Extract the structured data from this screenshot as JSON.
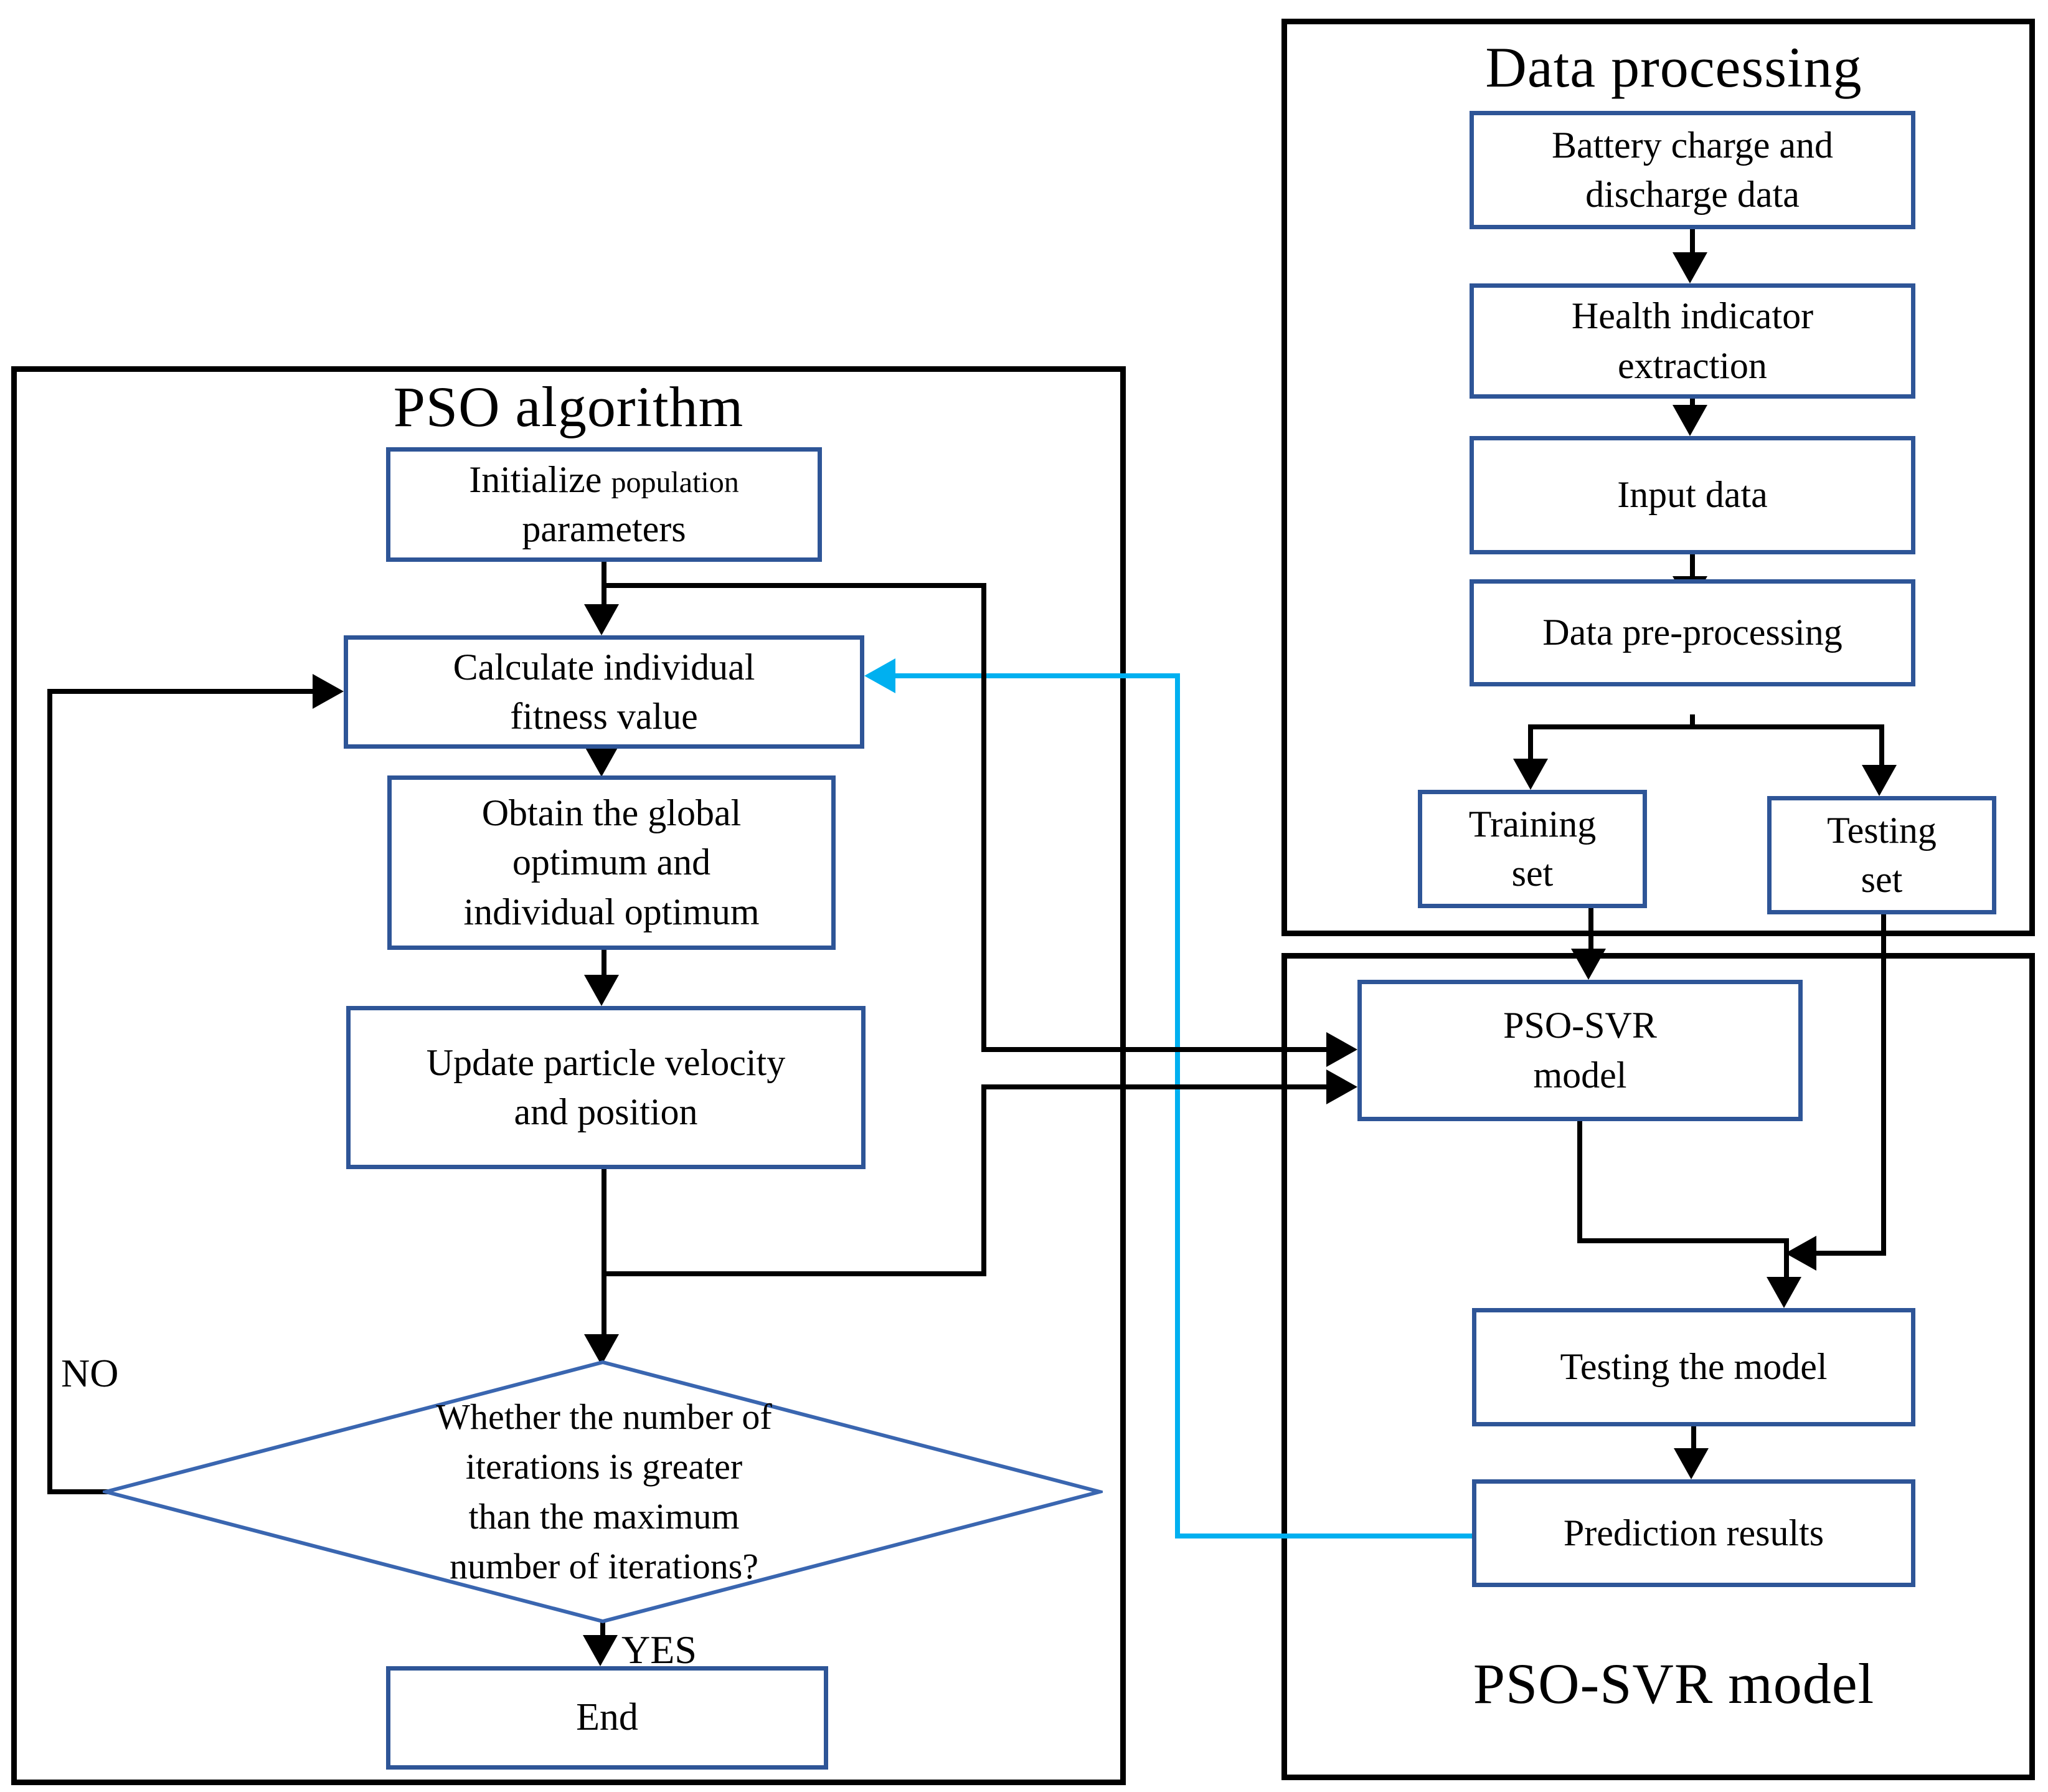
{
  "panels": {
    "pso": {
      "title": "PSO algorithm"
    },
    "data": {
      "title": "Data processing"
    },
    "svr": {
      "title": "PSO-SVR model"
    }
  },
  "nodes": {
    "init": {
      "l1a": "Initialize",
      "l1b": "population",
      "l2": "parameters"
    },
    "calc": {
      "l1": "Calculate individual",
      "l2": "fitness value"
    },
    "obtain": {
      "l1": "Obtain the global",
      "l2": "optimum and",
      "l3": "individual optimum"
    },
    "update": {
      "l1": "Update particle velocity",
      "l2": "and position"
    },
    "decision": {
      "l1": "Whether the number of",
      "l2": "iterations is greater",
      "l3": "than the maximum",
      "l4": "number of iterations?"
    },
    "end": {
      "l1": "End"
    },
    "battery": {
      "l1": "Battery charge and",
      "l2": "discharge data"
    },
    "health": {
      "l1": "Health indicator",
      "l2": "extraction"
    },
    "input": {
      "l1": "Input data"
    },
    "preproc": {
      "l1": "Data pre-processing"
    },
    "training": {
      "l1": "Training",
      "l2": "set"
    },
    "testing": {
      "l1": "Testing",
      "l2": "set"
    },
    "psosvr": {
      "l1": "PSO-SVR",
      "l2": "model"
    },
    "testmodel": {
      "l1": "Testing the model"
    },
    "predict": {
      "l1": "Prediction results"
    }
  },
  "edge_labels": {
    "no": "NO",
    "yes": "YES"
  },
  "colors": {
    "box_border": "#2e5597",
    "diamond_border": "#3a66b0",
    "connector": "#000000",
    "feedback_arrow": "#00b0f0",
    "panel_border": "#000000",
    "background": "#ffffff"
  }
}
